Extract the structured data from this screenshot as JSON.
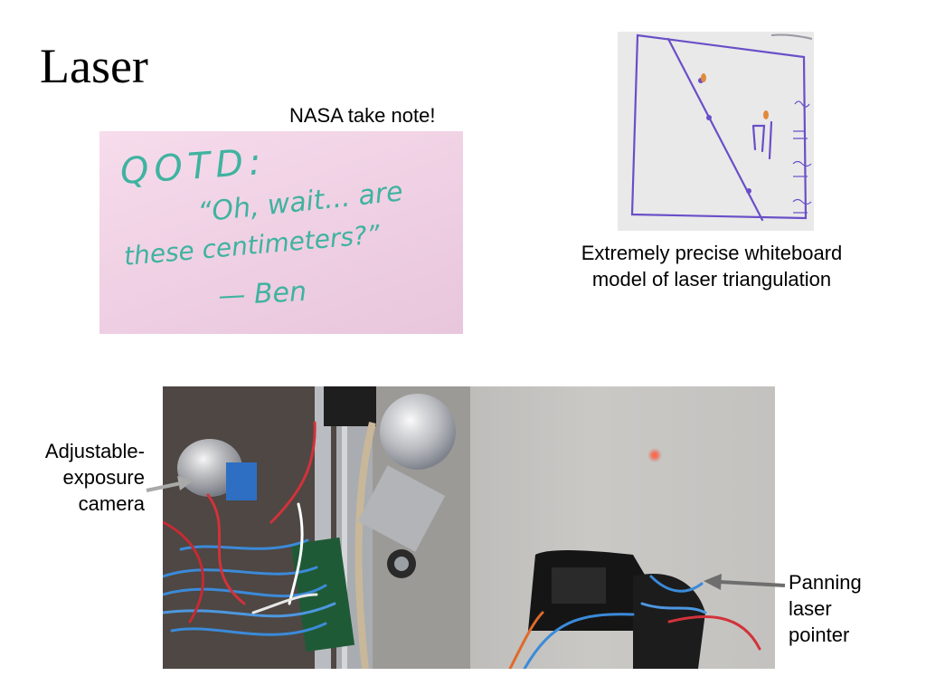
{
  "slide": {
    "title": "Laser"
  },
  "captions": {
    "nasa": "NASA take note!",
    "model_line1": "Extremely precise whiteboard",
    "model_line2": "model of laser triangulation",
    "camera_line1": "Adjustable-",
    "camera_line2": "exposure",
    "camera_line3": "camera",
    "laser_line1": "Panning",
    "laser_line2": "laser",
    "laser_line3": "pointer"
  },
  "whiteboard_note": {
    "line1": "QOTD:",
    "line2": "“Oh, wait...   are",
    "line3": "these  centimeters?”",
    "line4": "— Ben"
  },
  "colors": {
    "marker_green": "#3fb3a0",
    "marker_purple": "#6a4fc8",
    "arrow_gray": "#6e6e6e"
  }
}
